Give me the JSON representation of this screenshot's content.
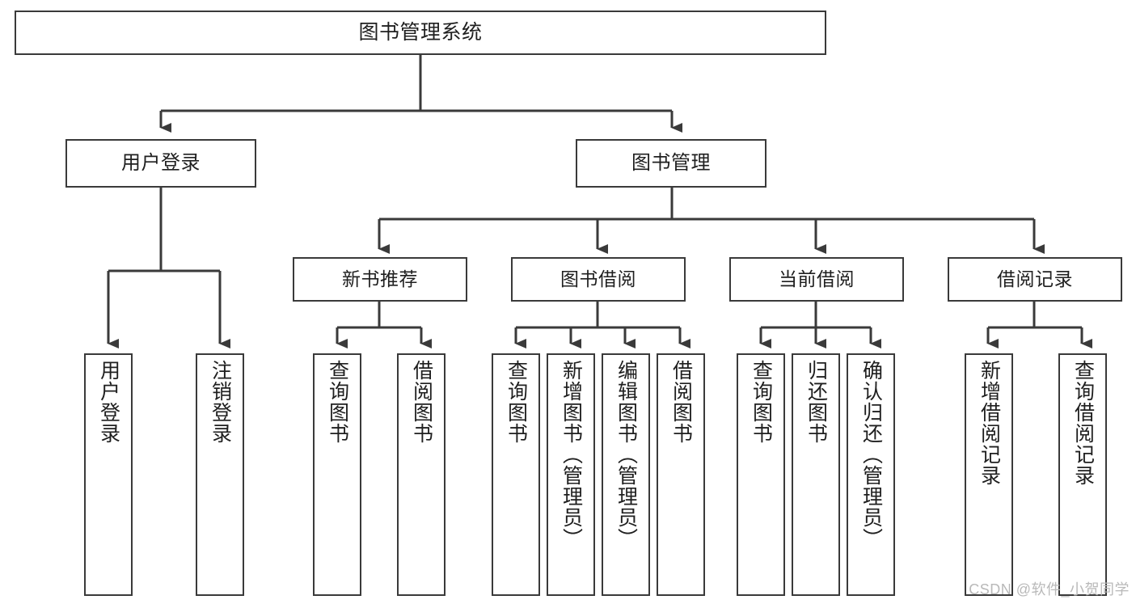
{
  "diagram": {
    "title": "图书管理系统",
    "watermark": "CSDN @软件_小贺同学",
    "style": {
      "box_border_color": "#3a3a3a",
      "box_fill": "#ffffff",
      "line_color": "#3a3a3a",
      "text_color": "#1f1f1f",
      "background": "#ffffff"
    },
    "nodes": {
      "root": {
        "label": "图书管理系统"
      },
      "level2": [
        {
          "label": "用户登录"
        },
        {
          "label": "图书管理"
        }
      ],
      "level3": [
        {
          "label": "新书推荐"
        },
        {
          "label": "图书借阅"
        },
        {
          "label": "当前借阅"
        },
        {
          "label": "借阅记录"
        }
      ],
      "leaves": [
        {
          "label": "用户登录",
          "parent": "用户登录"
        },
        {
          "label": "注销登录",
          "parent": "用户登录"
        },
        {
          "label": "查询图书",
          "parent": "新书推荐"
        },
        {
          "label": "借阅图书",
          "parent": "新书推荐"
        },
        {
          "label": "查询图书",
          "parent": "图书借阅"
        },
        {
          "label": "新增图书（管理员）",
          "parent": "图书借阅"
        },
        {
          "label": "编辑图书（管理员）",
          "parent": "图书借阅"
        },
        {
          "label": "借阅图书",
          "parent": "图书借阅"
        },
        {
          "label": "查询图书",
          "parent": "当前借阅"
        },
        {
          "label": "归还图书",
          "parent": "当前借阅"
        },
        {
          "label": "确认归还（管理员）",
          "parent": "当前借阅"
        },
        {
          "label": "新增借阅记录",
          "parent": "借阅记录"
        },
        {
          "label": "查询借阅记录",
          "parent": "借阅记录"
        }
      ]
    }
  }
}
